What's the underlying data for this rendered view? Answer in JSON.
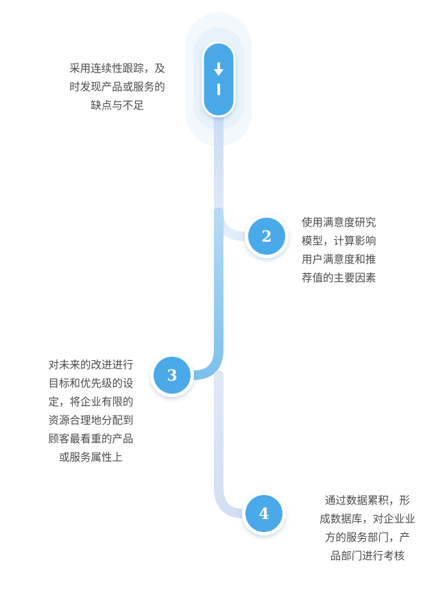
{
  "steps": [
    {
      "marker": "icon",
      "text": "采用连续性跟踪，及\n时发现产品或服务的\n缺点与不足"
    },
    {
      "marker": "2",
      "text": "使用满意度研究\n模型，计算影响\n用户满意度和推\n荐值的主要因素"
    },
    {
      "marker": "3",
      "text": "对未来的改进进行\n目标和优先级的设\n定，将企业有限的\n资源合理地分配到\n顾客最看重的产品\n或服务属性上"
    },
    {
      "marker": "4",
      "text": "通过数据累积，形\n成数据库，对企业业\n方的服务部门，产\n品部门进行考核"
    }
  ],
  "colors": {
    "accent": "#4aa9e8",
    "accent_dark": "#2f8fd6",
    "halo": "#eaf4fc",
    "track_light": "#dde6f6",
    "track_mid": "#a9d3f1",
    "text": "#4a4a4a"
  },
  "icons": {
    "first_marker": "scroll-down-icon"
  }
}
